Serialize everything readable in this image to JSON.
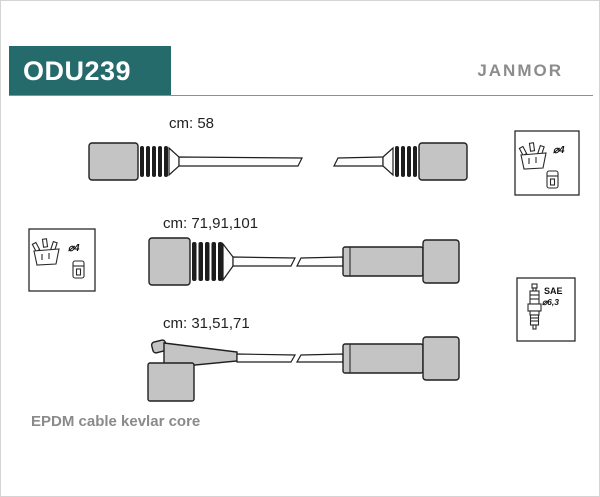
{
  "part_number": "ODU239",
  "brand": "JANMOR",
  "footer_note": "EPDM cable kevlar core",
  "cables": [
    {
      "label": "cm: 58"
    },
    {
      "label": "cm: 71,91,101"
    },
    {
      "label": "cm: 31,51,71"
    }
  ],
  "spec_badges": {
    "distributor_left": {
      "diameter": "⌀4"
    },
    "distributor_right": {
      "diameter": "⌀4"
    },
    "spark_plug": {
      "standard": "SAE",
      "diameter": "⌀6,3"
    }
  },
  "icons": {
    "distributor_cap": "distributor-cap-icon",
    "terminal_sleeve": "terminal-sleeve-icon",
    "spark_plug": "spark-plug-icon"
  },
  "colors": {
    "accent_teal": "#266b6b",
    "brand_text": "#8c8c8c",
    "connector_fill": "#c4c4c4",
    "outline": "#1f1f1f"
  }
}
